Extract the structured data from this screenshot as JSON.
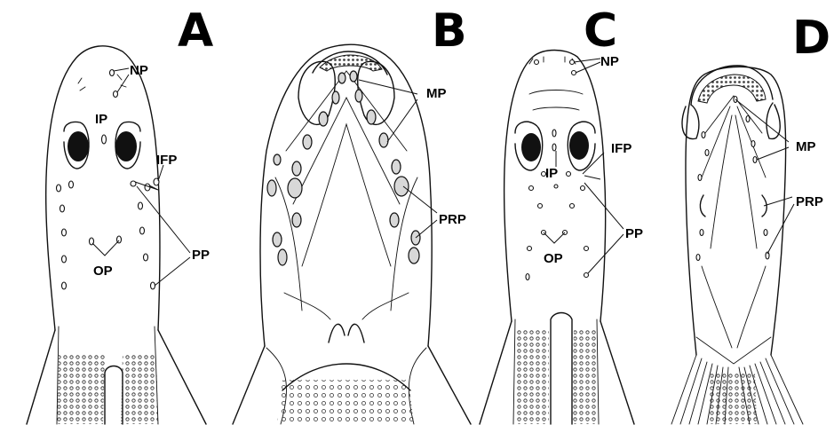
{
  "panels": [
    {
      "letter": "A",
      "labels": {
        "np": "NP",
        "ip": "IP",
        "ifp": "IFP",
        "pp": "PP",
        "op": "OP"
      }
    },
    {
      "letter": "B",
      "labels": {
        "mp": "MP",
        "prp": "PRP"
      }
    },
    {
      "letter": "C",
      "labels": {
        "np": "NP",
        "ifp": "IFP",
        "ip": "IP",
        "pp": "PP",
        "op": "OP"
      }
    },
    {
      "letter": "D",
      "labels": {
        "mp": "MP",
        "prp": "PRP"
      }
    }
  ]
}
